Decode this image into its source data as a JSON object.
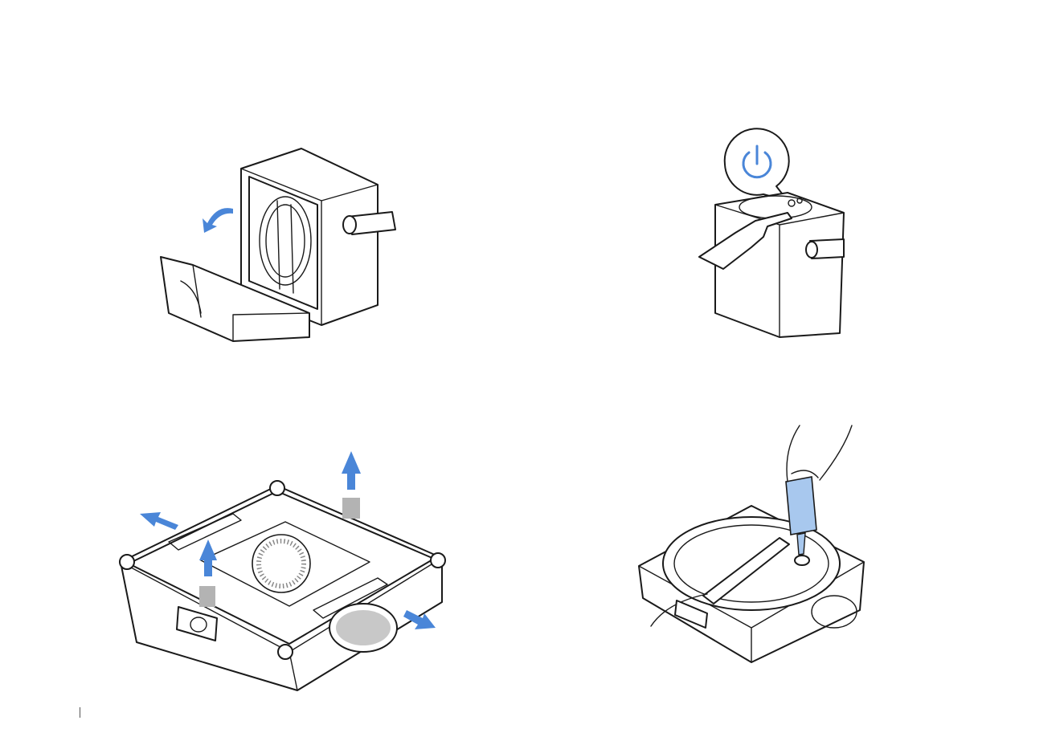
{
  "page": {
    "background": "#ffffff"
  },
  "colors": {
    "accent_blue": "#4a86d8",
    "line": "#1a1a1a",
    "tape_gray": "#b3b3b3",
    "bottle_blue": "#a8c8ee"
  },
  "figures": [
    {
      "id": "open-lid",
      "icon": "arrow-curved-icon"
    },
    {
      "id": "press-power",
      "icon": "power-icon"
    },
    {
      "id": "remove-tapes",
      "icon": "arrow-up-icon"
    },
    {
      "id": "fill-water",
      "icon": "bottle-icon"
    }
  ]
}
